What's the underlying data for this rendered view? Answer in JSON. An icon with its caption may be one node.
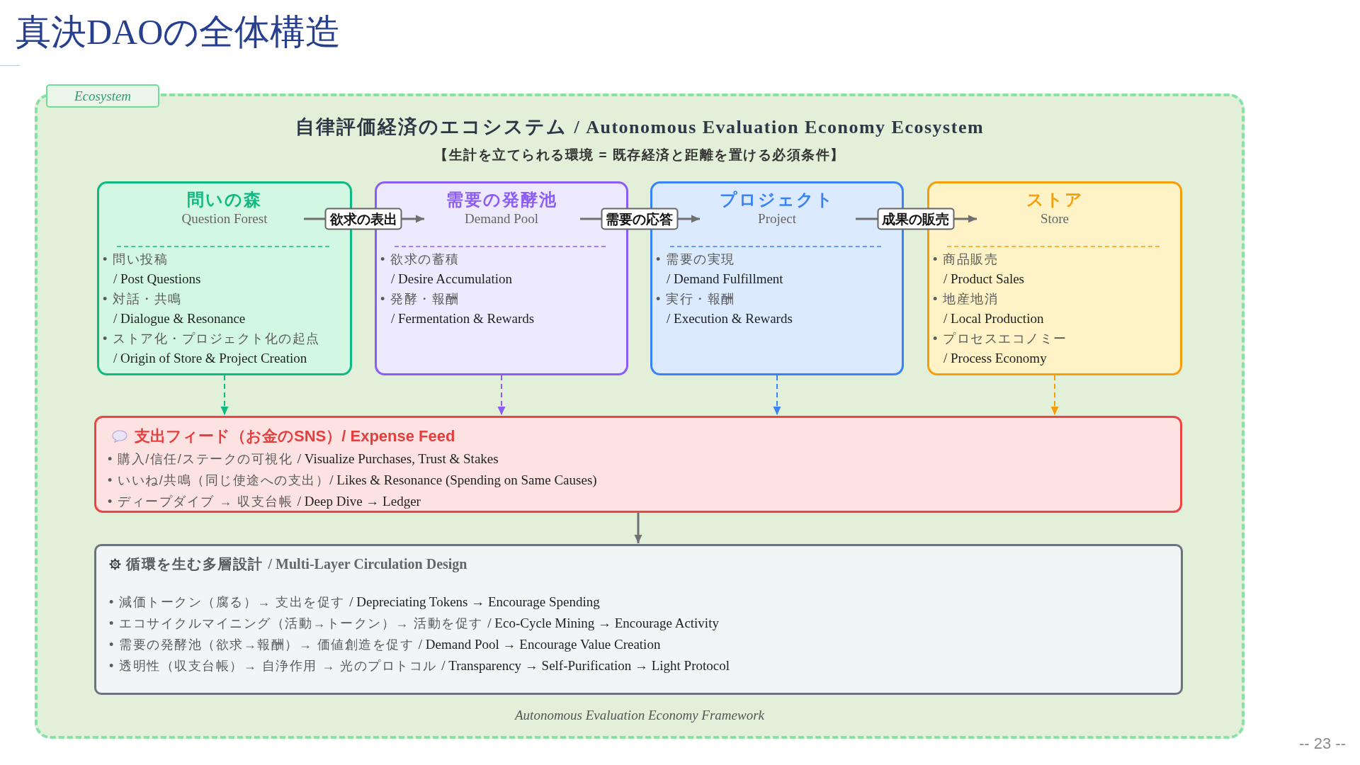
{
  "diagram": {
    "title": "真決DAOの全体構造",
    "nodes": [
      {
        "text": [
          "Ecosystem",
          "自律評価経済のエコシステム / Autonomous Evaluation Economy Ecosystem",
          "【生計を立てられる環境 = 既存経済と距離を置ける必須条件】",
          "Autonomous Evaluation Economy Framework"
        ]
      },
      {
        "text": [
          "問いの森",
          "Question Forest",
          "• 問い投稿 / Post Questions",
          "• 対話・共鳴 / Dialogue & Resonance",
          "• ストア化・プロジェクト化の起点 / Origin of Store & Project Creation"
        ],
        "in": 0
      },
      {
        "text": [
          "需要の発酵池",
          "Demand Pool",
          "• 欲求の蓄積 / Desire Accumulation",
          "• 発酵・報酬 / Fermentation & Rewards"
        ],
        "in": 0
      },
      {
        "text": [
          "プロジェクト",
          "Project",
          "• 需要の実現 / Demand Fulfillment",
          "• 実行・報酬 / Execution & Rewards"
        ],
        "in": 0
      },
      {
        "text": [
          "ストア",
          "Store",
          "• 商品販売 / Product Sales",
          "• 地産地消 / Local Production",
          "• プロセスエコノミー / Process Economy"
        ],
        "in": 0
      },
      {
        "text": [
          "支出フィード（お金のSNS）/ Expense Feed",
          "• 購入/信任/ステークの可視化 / Visualize Purchases, Trust & Stakes",
          "• いいね/共鳴（同じ使途への支出）/ Likes & Resonance (Spending on Same Causes)",
          "• ディープダイブ → 収支台帳 / Deep Dive → Ledger"
        ],
        "in": 0
      },
      {
        "text": [
          "循環を生む多層設計 / Multi-Layer Circulation Design",
          "• 減価トークン（腐る）→ 支出を促す / Depreciating Tokens → Encourage Spending",
          "• エコサイクルマイニング（活動→トークン）→ 活動を促す / Eco-Cycle Mining → Encourage Activity",
          "• 需要の発酵池（欲求→報酬）→ 価値創造を促す / Demand Pool → Encourage Value Creation",
          "• 透明性（収支台帳）→ 自浄作用 → 光のプロトコル / Transparency → Self-Purification → Light Protocol"
        ],
        "in": 0
      }
    ],
    "edges": [
      {
        "from": 1,
        "to": 2,
        "arrow": "to",
        "label": "欲求の表出"
      },
      {
        "from": 2,
        "to": 3,
        "arrow": "to",
        "label": "需要の応答"
      },
      {
        "from": 3,
        "to": 4,
        "arrow": "to",
        "label": "成果の販売"
      },
      {
        "from": 1,
        "to": 5,
        "arrow": "to",
        "style": "dashed",
        "color": "#10b981"
      },
      {
        "from": 2,
        "to": 5,
        "arrow": "to",
        "style": "dashed",
        "color": "#8b5cf6"
      },
      {
        "from": 3,
        "to": 5,
        "arrow": "to",
        "style": "dashed",
        "color": "#3b82f6"
      },
      {
        "from": 4,
        "to": 5,
        "arrow": "to",
        "style": "dashed",
        "color": "#f59e0b"
      },
      {
        "from": 5,
        "to": 6,
        "arrow": "to"
      }
    ],
    "labels": [
      "-- 23 --"
    ]
  }
}
